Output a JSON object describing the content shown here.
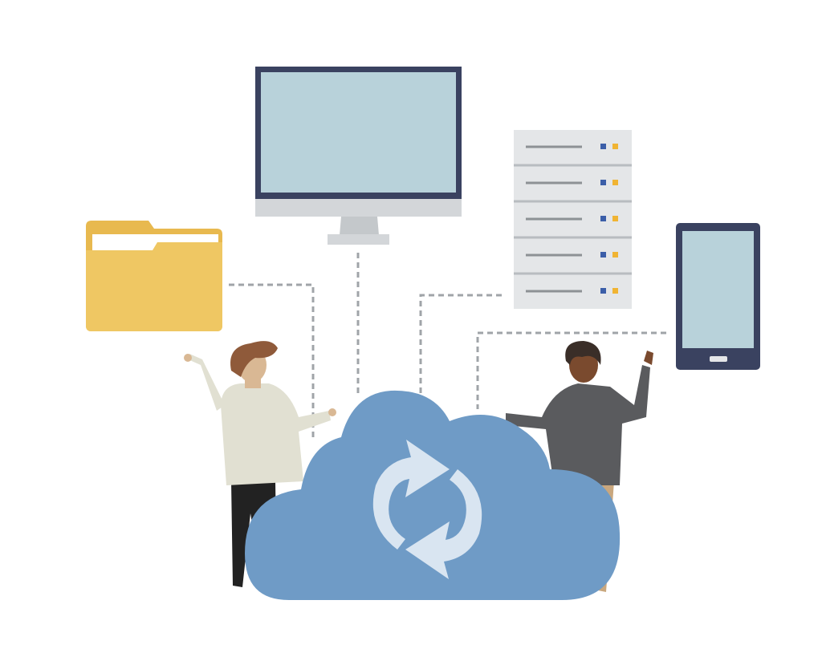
{
  "illustration": {
    "subject": "cloud-sync",
    "icons": [
      "monitor-icon",
      "server-rack-icon",
      "tablet-icon",
      "folder-icon",
      "cloud-icon",
      "sync-arrows-icon",
      "person-left",
      "person-right"
    ],
    "colors": {
      "background": "#ffffff",
      "cloud": "#6f9bc6",
      "sync_arrows": "#d9e5f1",
      "screen": "#b8d2da",
      "device_frame": "#3a4260",
      "monitor_stand": "#d3d6d9",
      "server": "#e4e6e8",
      "server_line": "#b8bcc0",
      "led_blue": "#3b5ea8",
      "led_yellow": "#f0b433",
      "folder": "#efc763",
      "folder_back": "#e8b94f",
      "dashed_line": "#a0a4a8",
      "person_left_shirt": "#e1e0d2",
      "person_right_shirt": "#5a5b5e",
      "hair_left": "#8f5a3a",
      "hair_right": "#3a2e28"
    }
  }
}
